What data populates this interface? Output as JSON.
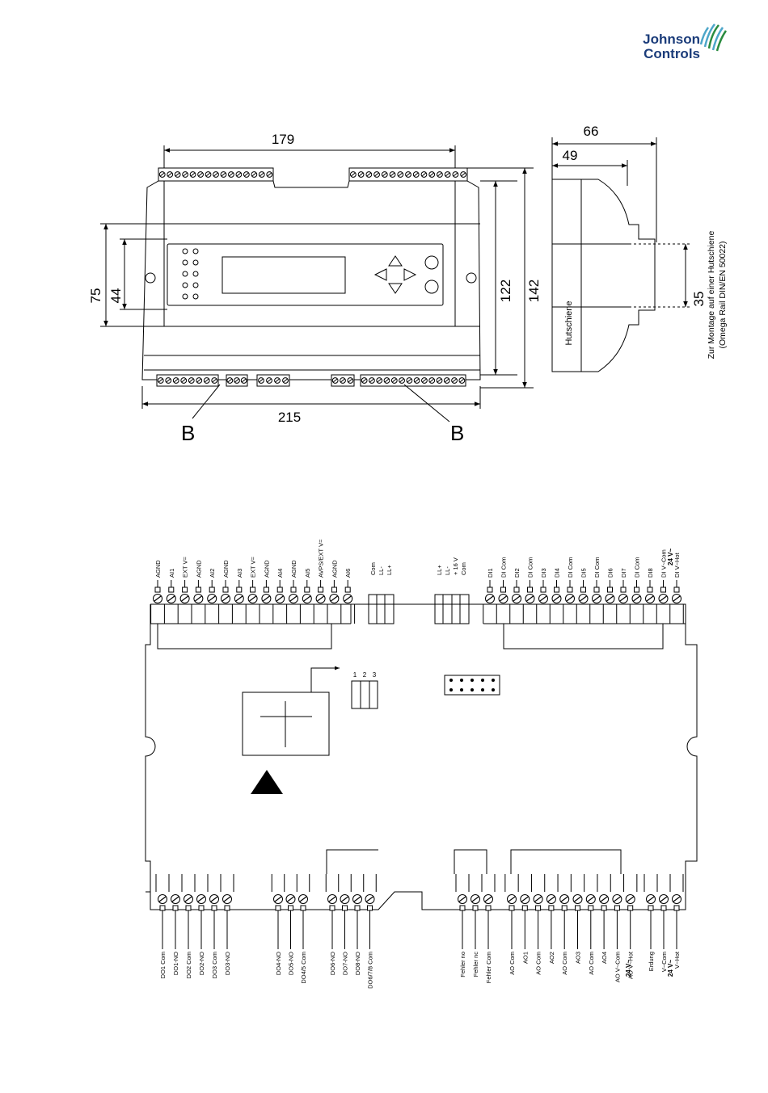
{
  "logo": {
    "line1": "Johnson",
    "line2": "Controls"
  },
  "dimensions": {
    "top_width": "179",
    "total_width": "215",
    "left_outer_height": "75",
    "left_inner_height": "44",
    "right_inner_height": "122",
    "right_outer_height": "142",
    "side_total_depth": "66",
    "side_depth": "49",
    "rail_height": "35",
    "callout_left": "B",
    "callout_right": "B"
  },
  "side_view": {
    "rail_label": "Hutschiene",
    "note_line1": "Zur Montage auf einer Hutschiene",
    "note_line2": "(Omega Rail DIN/EN 50022)"
  },
  "top_terminals_left": [
    "AGND",
    "AI1",
    "EXT V=",
    "AGND",
    "AI2",
    "AGND",
    "AI3",
    "EXT V=",
    "AGND",
    "AI4",
    "AGND",
    "AI5",
    "AVPS/EXT V=",
    "AGND",
    "AI6"
  ],
  "top_terminals_mid1": [
    "Com",
    "LL-",
    "LL+"
  ],
  "top_terminals_mid2": [
    "LL+",
    "LL-",
    "+ 16 V",
    "Com"
  ],
  "top_terminals_right": [
    "DI1",
    "DI Com",
    "DI2",
    "DI Com",
    "DI3",
    "DI4",
    "DI Com",
    "DI5",
    "DI Com",
    "DI6",
    "DI7",
    "DI Com",
    "DI8",
    "DI V~Com",
    "DI V~Hot"
  ],
  "top_right_supply": "24 V~",
  "jumper_labels": [
    "1",
    "2",
    "3"
  ],
  "bottom_terminals_do": [
    "DO1 Com",
    "DO1-NO",
    "DO2 Com",
    "DO2-NO",
    "DO3 Com",
    "DO3-NO"
  ],
  "bottom_terminals_do45": [
    "DO4-NO",
    "DO5-NO",
    "DO4/5 Com"
  ],
  "bottom_terminals_do678": [
    "DO6-NO",
    "DO7-NO",
    "DO8-NO",
    "DO6/7/8 Com"
  ],
  "bottom_terminals_fault": [
    "Fehler no",
    "Fehler nc",
    "Fehler Com"
  ],
  "bottom_terminals_ao": [
    "AO Com",
    "AO1",
    "AO Com",
    "AO2",
    "AO Com",
    "AO3",
    "AO Com",
    "AO4",
    "AO V~Com",
    "AO V~Hot"
  ],
  "bottom_terminals_power": [
    "Erdung",
    "V~Com",
    "V~Hot"
  ],
  "bottom_supply": "24 V~"
}
